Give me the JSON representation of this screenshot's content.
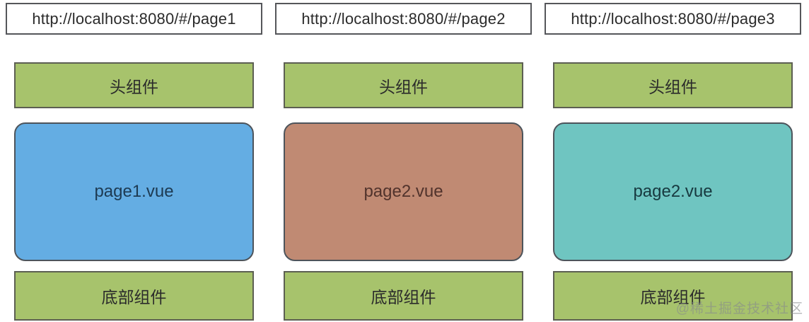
{
  "page": {
    "background": "#ffffff",
    "watermark": "@稀土掘金技术社区"
  },
  "colors": {
    "green": "#a7c36c",
    "green_border": "#5c5f52",
    "url_border": "#55565a",
    "box_border": "#4d545b",
    "text_dark": "#2b2b2b"
  },
  "columns": [
    {
      "url": "http://localhost:8080/#/page1",
      "header_label": "头组件",
      "page_label": "page1.vue",
      "footer_label": "底部组件",
      "page_color": "#64ade3",
      "page_text_color": "#1d3a52"
    },
    {
      "url": "http://localhost:8080/#/page2",
      "header_label": "头组件",
      "page_label": "page2.vue",
      "footer_label": "底部组件",
      "page_color": "#c08a73",
      "page_text_color": "#51332c"
    },
    {
      "url": "http://localhost:8080/#/page3",
      "header_label": "头组件",
      "page_label": "page2.vue",
      "footer_label": "底部组件",
      "page_color": "#6fc5c1",
      "page_text_color": "#17393f"
    }
  ]
}
